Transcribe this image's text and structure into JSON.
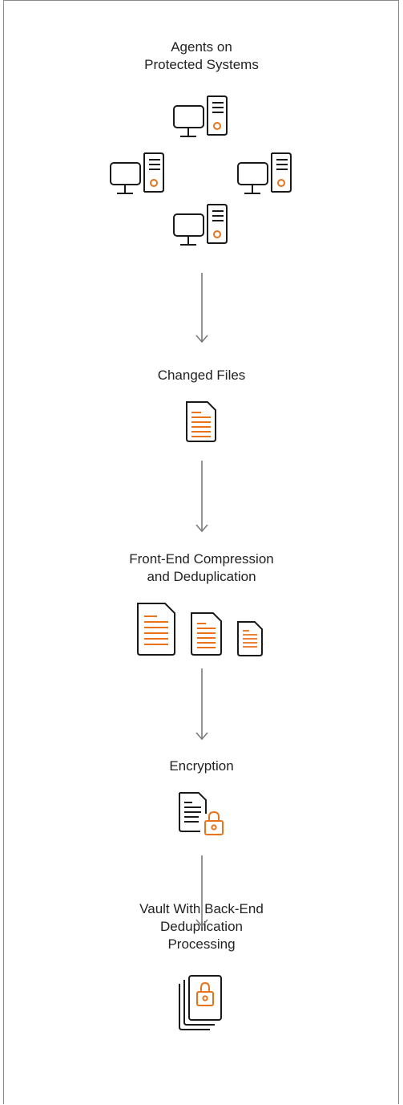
{
  "diagram": {
    "steps": [
      {
        "label": "Agents on\nProtected Systems"
      },
      {
        "label": "Changed Files"
      },
      {
        "label": "Front-End Compression\n and Deduplication"
      },
      {
        "label": "Encryption"
      },
      {
        "label": "Vault With Back-End\nDeduplication\nProcessing"
      }
    ],
    "colors": {
      "accent": "#e8731a",
      "line": "#1a1a1a",
      "arrow": "#7a7a7a",
      "border": "#8a8a8a"
    },
    "icons": [
      "computer-tower-icon",
      "document-icon",
      "encrypted-document-icon",
      "vault-stack-icon"
    ]
  }
}
